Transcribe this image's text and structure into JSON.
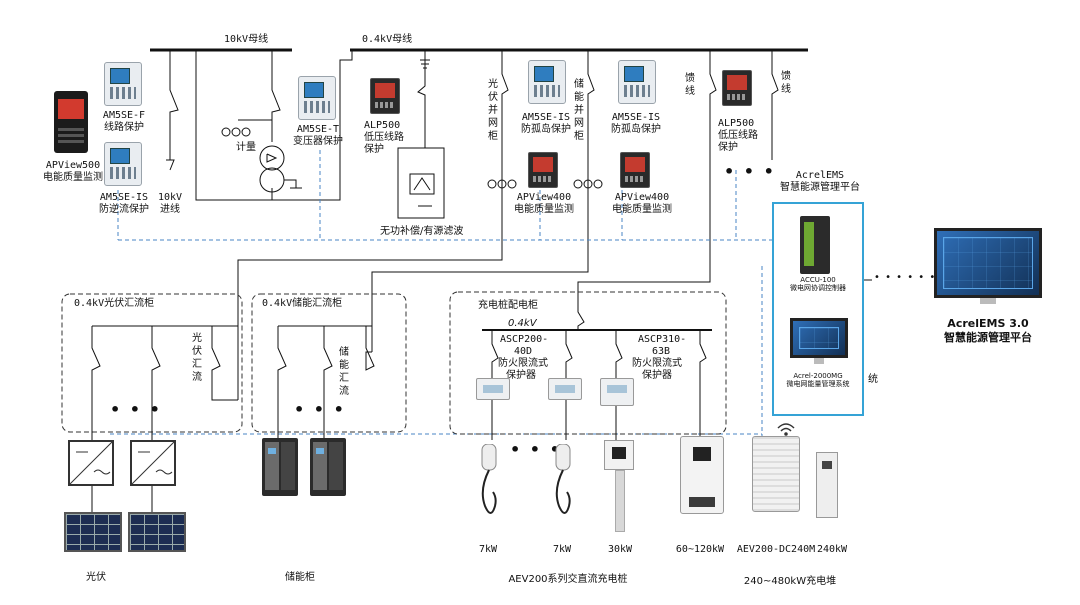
{
  "buses": {
    "bus_10kv": "10kV母线",
    "bus_04kv": "0.4kV母线"
  },
  "devices": {
    "apview500": {
      "line1": "APView500",
      "line2": "电能质量监测"
    },
    "am5se_f": {
      "line1": "AM5SE-F",
      "line2": "线路保护"
    },
    "am5se_is_reverse": {
      "line1": "AM5SE-IS",
      "line2": "防逆流保护"
    },
    "feeder_10kv": {
      "line1": "10kV",
      "line2": "进线"
    },
    "metering": "计量",
    "am5se_t": {
      "line1": "AM5SE-T",
      "line2": "变压器保护"
    },
    "alp500_left": {
      "line1": "ALP500",
      "line2": "低压线路",
      "line3": "保护"
    },
    "var_comp": "无功补偿/有源滤波",
    "pv_grid_cabinet": "光伏并网柜",
    "storage_grid_cabinet": "储能并网柜",
    "am5se_is_island_1": {
      "line1": "AM5SE-IS",
      "line2": "防孤岛保护"
    },
    "am5se_is_island_2": {
      "line1": "AM5SE-IS",
      "line2": "防孤岛保护"
    },
    "apview400_1": {
      "line1": "APView400",
      "line2": "电能质量监测"
    },
    "apview400_2": {
      "line1": "APView400",
      "line2": "电能质量监测"
    },
    "feeder_1": "馈线",
    "feeder_2": "馈线",
    "alp500_right": {
      "line1": "ALP500",
      "line2": "低压线路",
      "line3": "保护"
    }
  },
  "ems": {
    "title1": "AcrelEMS",
    "title2": "智慧能源管理平台",
    "accu_label1": "ACCU-100",
    "accu_label2": "微电网协调控制器",
    "mg_label1": "Acrel-2000MG",
    "mg_label2": "微电网能量管理系统",
    "side_char": "统",
    "platform1": "AcrelEMS 3.0",
    "platform2": "智慧能源管理平台"
  },
  "cabinets": {
    "pv_combiner": "0.4kV光伏汇流柜",
    "pv_combiner_vertical": "光伏汇流",
    "storage_combiner": "0.4kV储能汇流柜",
    "storage_combiner_vertical": "储能汇流",
    "charging_cabinet": "充电桩配电柜",
    "charging_bus": "0.4kV",
    "ascp200": {
      "line1": "ASCP200-",
      "line2": "40D",
      "line3": "防火限流式",
      "line4": "保护器"
    },
    "ascp310": {
      "line1": "ASCP310-",
      "line2": "63B",
      "line3": "防火限流式",
      "line4": "保护器"
    }
  },
  "bottom": {
    "pv": "光伏",
    "storage": "储能柜",
    "p7kw_1": "7kW",
    "p7kw_2": "7kW",
    "p30kw": "30kW",
    "p60_120": "60~120kW",
    "aev_dc": "AEV200-DC240M",
    "p240": "240kW",
    "aev_series": "AEV200系列交直流充电桩",
    "pile_stack": "240~480kW充电堆"
  },
  "ellipsis": "• • •",
  "conn_dots": "• • • • • • •",
  "colors": {
    "wire": "#111111",
    "comm": "#4a86c5",
    "ems_border": "#35a3d6"
  }
}
